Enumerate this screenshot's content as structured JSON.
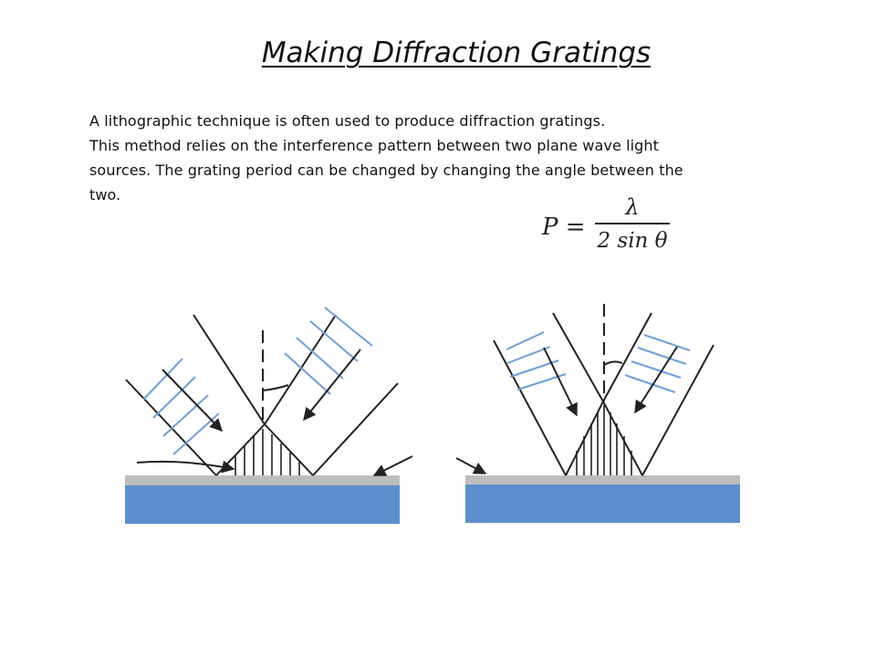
{
  "slide": {
    "title": "Making Diffraction Gratings",
    "body_lines": [
      "A lithographic technique is often used to produce diffraction gratings.",
      "This method relies on the interference pattern between two plane wave light",
      "sources.  The grating period can be changed by changing the angle between the",
      "two."
    ]
  },
  "formula": {
    "lhs": "P",
    "equals": "=",
    "numerator": "λ",
    "denominator": "2 sin θ"
  },
  "colors": {
    "beam_lines": "#6f9fd8",
    "substrate": "#5b8fcc",
    "resist_layer": "#bdbdbd",
    "ink": "#222222"
  }
}
